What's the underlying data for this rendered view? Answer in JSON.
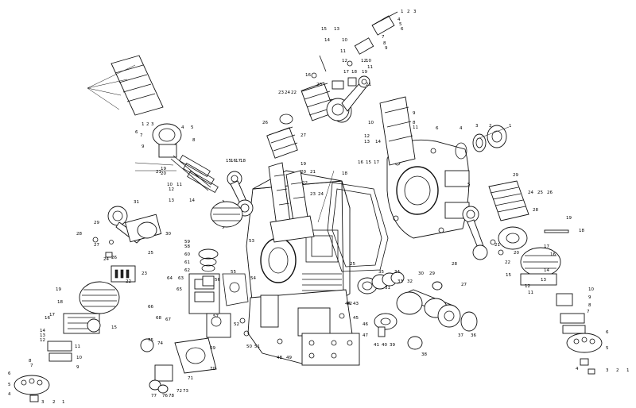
{
  "figure": {
    "type": "exploded assembly diagram",
    "description_text": ""
  },
  "callouts": {
    "top_right_tiny": [
      "1",
      "2",
      "3",
      "4",
      "5",
      "6",
      "7",
      "8",
      "9",
      "10",
      "11",
      "12"
    ],
    "top_center_left": [
      "15",
      "13",
      "14",
      "10",
      "11",
      "12",
      "16",
      "17",
      "18",
      "19",
      "20",
      "21",
      "22",
      "23",
      "24",
      "27",
      "26"
    ],
    "right_plate": [
      "10",
      "9",
      "8",
      "11",
      "12",
      "13",
      "14",
      "15",
      "16",
      "17",
      "18",
      "6",
      "4",
      "3",
      "2",
      "1",
      "5"
    ],
    "right_cylinder": [
      "29",
      "24",
      "25",
      "26",
      "28",
      "19",
      "18",
      "21",
      "20",
      "17",
      "16",
      "22",
      "15",
      "14",
      "13",
      "12",
      "11",
      "10",
      "9",
      "8",
      "7",
      "6",
      "5",
      "4",
      "3",
      "2",
      "1"
    ],
    "left_upper": [
      "1",
      "2",
      "3",
      "4",
      "5",
      "6",
      "7",
      "8",
      "9",
      "10",
      "11",
      "12",
      "13",
      "14",
      "15",
      "16",
      "17",
      "18",
      "19",
      "20",
      "21"
    ],
    "left_lower": [
      "29",
      "28",
      "27",
      "26",
      "24",
      "25",
      "30",
      "31",
      "22",
      "23",
      "19",
      "18",
      "17",
      "16",
      "15",
      "14",
      "13",
      "12",
      "11",
      "10",
      "9",
      "8",
      "7",
      "6",
      "5",
      "4",
      "3",
      "2",
      "1"
    ],
    "crankcase": [
      "19",
      "20",
      "21",
      "22",
      "23",
      "24",
      "25",
      "53",
      "52",
      "51",
      "50",
      "49",
      "48",
      "47",
      "46",
      "45",
      "44",
      "43",
      "42"
    ],
    "pump": [
      "58",
      "59",
      "60",
      "61",
      "62",
      "63",
      "64",
      "65",
      "66",
      "67",
      "68",
      "69",
      "70",
      "71",
      "72",
      "73",
      "74",
      "75",
      "76",
      "77",
      "78",
      "54",
      "55",
      "56",
      "57"
    ],
    "crankshaft": [
      "35",
      "34",
      "33",
      "32",
      "31",
      "30",
      "29",
      "28",
      "27",
      "36",
      "37",
      "38",
      "39",
      "40",
      "41"
    ]
  }
}
